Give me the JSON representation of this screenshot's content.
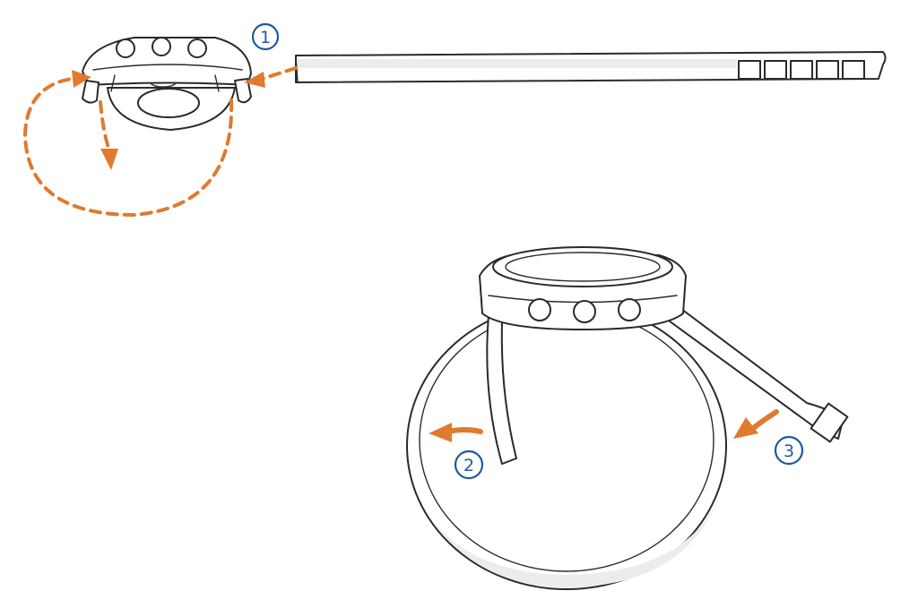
{
  "colors": {
    "accent": "#e07a2e",
    "step_marker": "#1f5a9e",
    "line": "#2a2a2a"
  },
  "steps": [
    {
      "number": "1"
    },
    {
      "number": "2"
    },
    {
      "number": "3"
    }
  ],
  "icons": {
    "step_marker": "circled-number-icon",
    "dashed_arrow": "dashed-curved-arrow-icon",
    "solid_arrow": "curved-arrow-icon"
  }
}
